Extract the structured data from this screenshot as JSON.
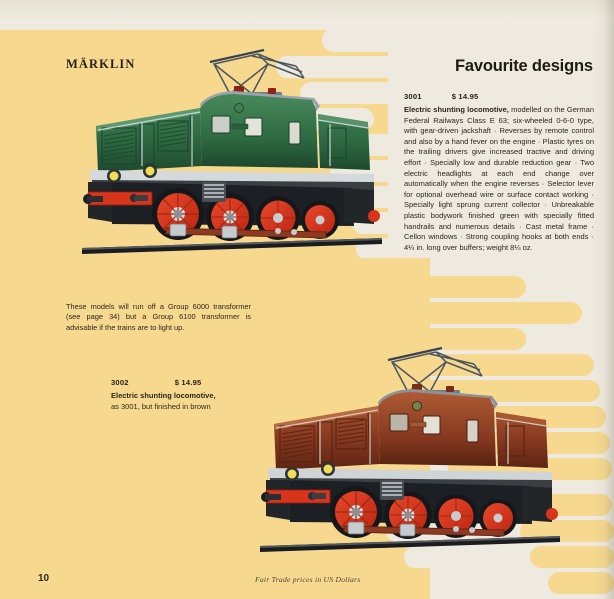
{
  "page": {
    "brand": "MÄRKLIN",
    "section_title": "Favourite designs",
    "page_number": "10",
    "footer_note": "Fair Trade prices in US Dollars",
    "colors": {
      "paper_cream": "#EFEADF",
      "field_yellow": "#F6D98F",
      "ink": "#241F17",
      "loco_green": "#2F6B43",
      "loco_brown": "#8A3B21",
      "wheel_red": "#D8341C"
    }
  },
  "items": [
    {
      "number": "3001",
      "price": "$ 14.95",
      "lead": "Electric shunting locomotive,",
      "description": " modelled on the German Federal Railways Class E 63; six-wheeled 0-6-0 type, with gear-driven jackshaft · Reverses by remote control and also by a hand fever on the engine · Plastic tyres on the trailing drivers give increased tractive and driving effort · Specially low and durable reduction gear · Two electric headlights at each end change over automatically when the engine reverses · Selector lever for optional overhead wire or surface contact working · Specially light sprung current collector · Unbreakable plastic bodywork finished green with specially fitted handrails and numerous details · Cast metal frame · Cellon windows · Strong coupling hooks at both ends · 4¼ in. long over buffers; weight 8¼ oz."
    },
    {
      "number": "3002",
      "price": "$ 14.95",
      "lead": "Electric shunting locomotive,",
      "description": "as 3001, but finished in brown"
    }
  ],
  "note": "These models will run off a Group 6000 transformer (see page 34) but a Group 6100 transformer is advisable if the trains are to light up.",
  "illustrations": [
    {
      "name": "green-locomotive",
      "caption_ref": "3001",
      "body_color": "#2F6B43",
      "wheel_color": "#D8341C"
    },
    {
      "name": "brown-locomotive",
      "caption_ref": "3002",
      "body_color": "#8A3B21",
      "wheel_color": "#D8341C"
    }
  ]
}
